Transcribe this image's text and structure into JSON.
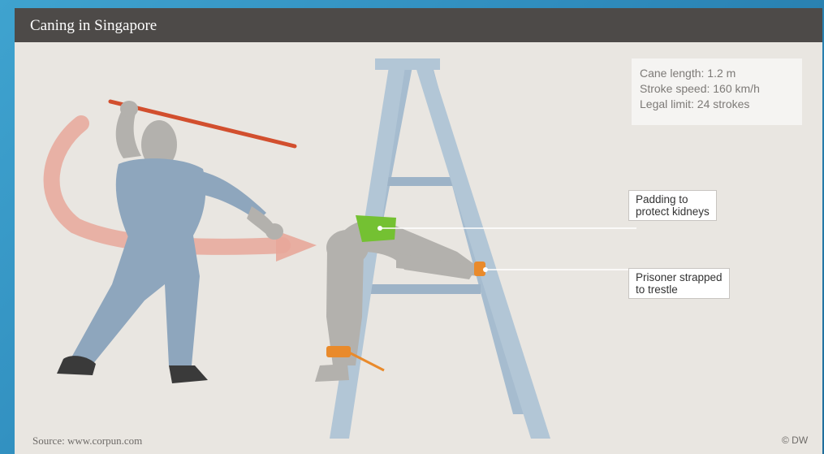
{
  "title": "Caning in Singapore",
  "facts": [
    "Cane length: 1.2 m",
    "Stroke speed: 160 km/h",
    "Legal limit: 24 strokes"
  ],
  "callouts": {
    "padding": [
      "Padding to",
      "protect kidneys"
    ],
    "strap": [
      "Prisoner strapped",
      "to trestle"
    ]
  },
  "footer": {
    "source": "Source: www.corpun.com",
    "credit": "© DW"
  },
  "colors": {
    "background_blue": "#2f8cbd",
    "title_bar": "#4d4a48",
    "panel": "#e9e6e1",
    "figure_blue": "#8ea6bd",
    "trestle": "#a6bccf",
    "cane": "#d24f2e",
    "padding_green": "#74c132",
    "strap_orange": "#e98a2b",
    "arrow": "#e8a79a"
  }
}
